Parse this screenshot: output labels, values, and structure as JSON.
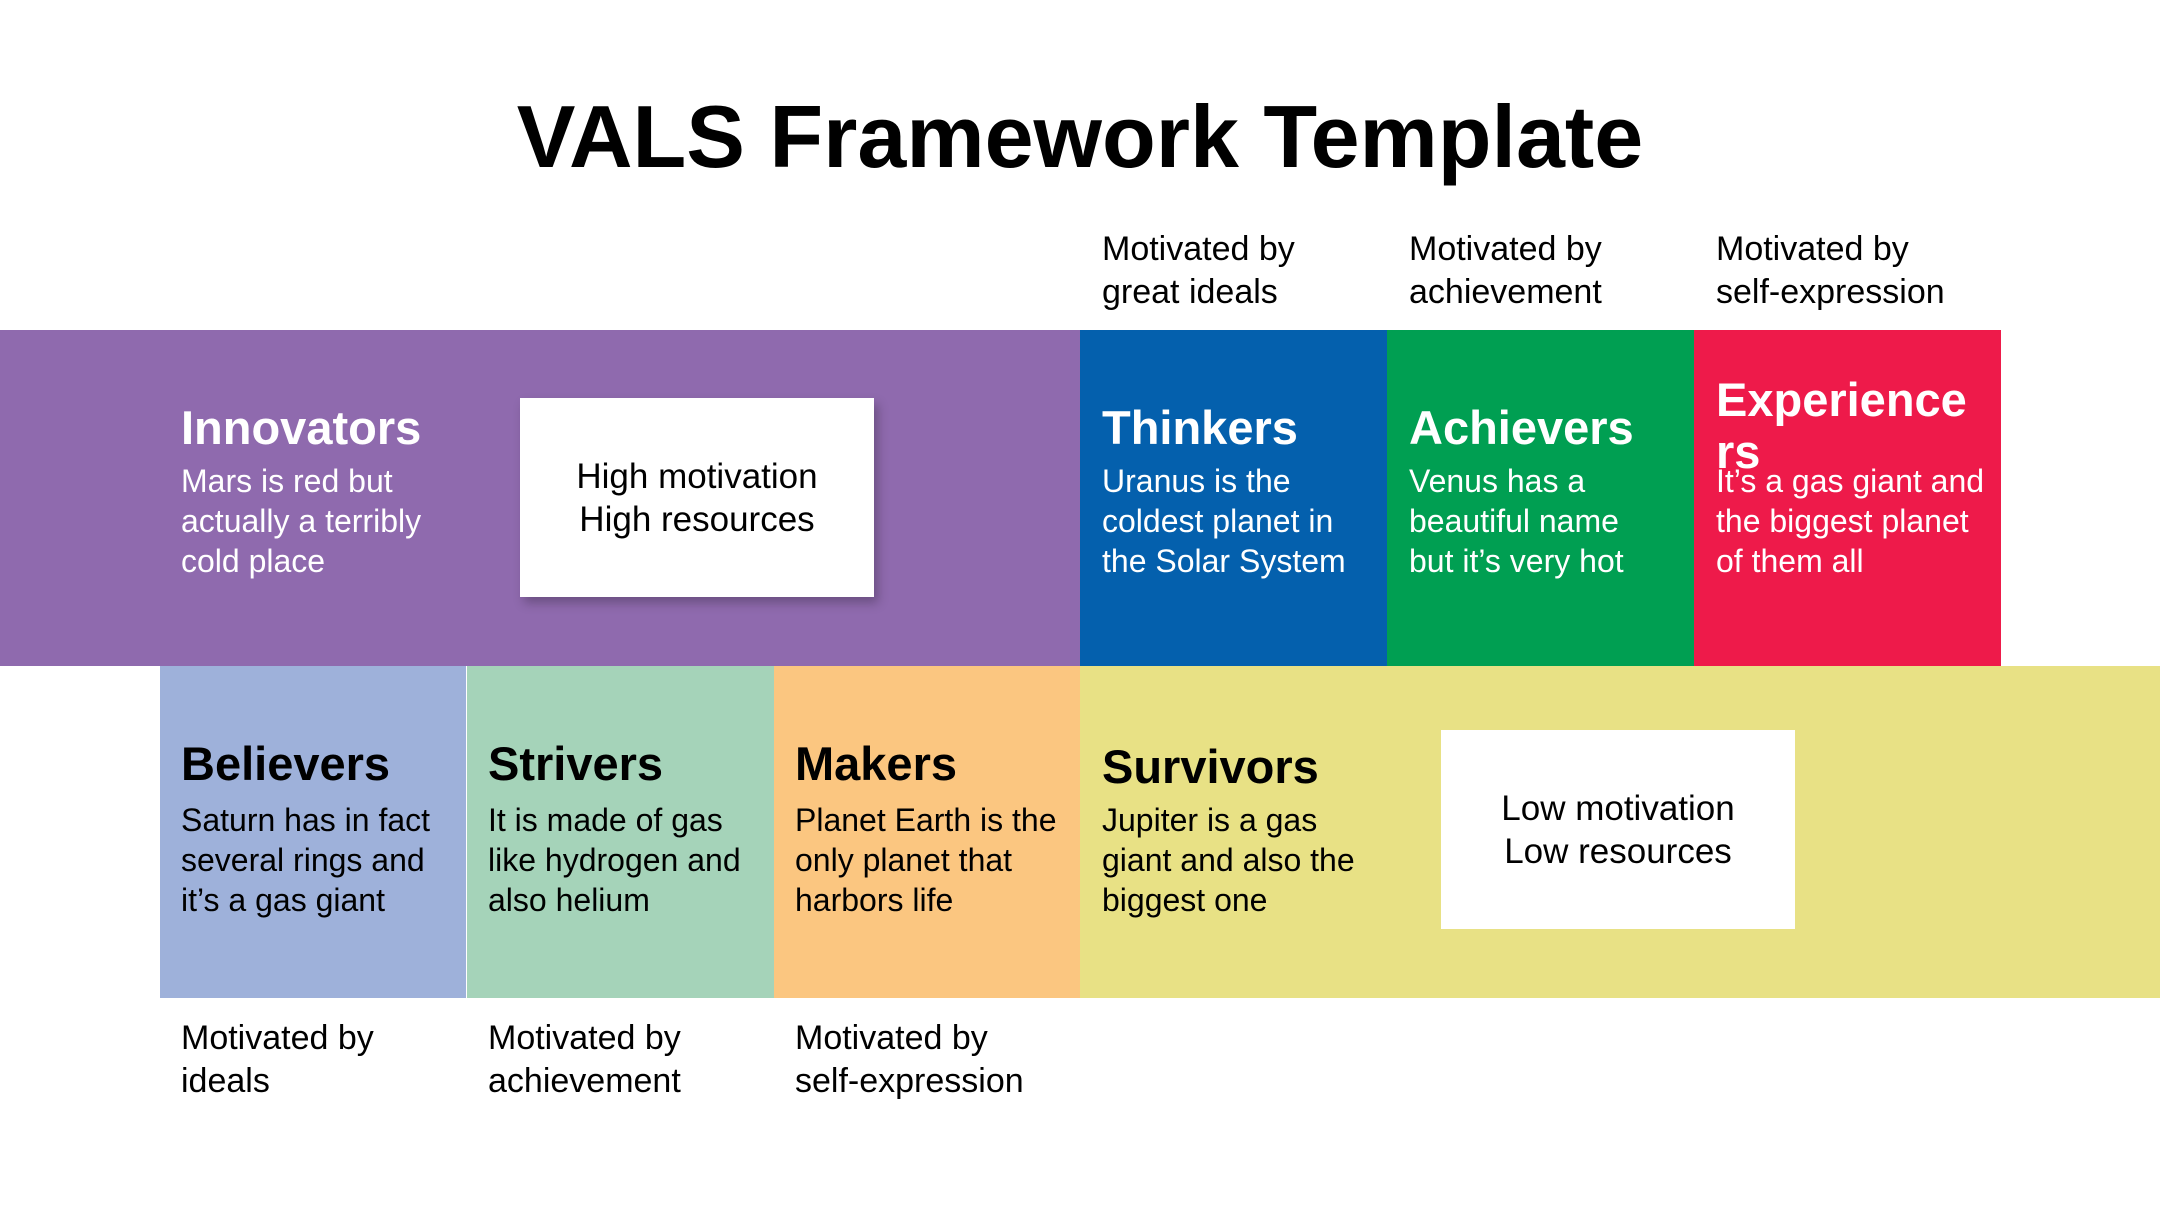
{
  "title": "VALS Framework Template",
  "top_motivations": [
    {
      "line1": "Motivated by",
      "line2": "great ideals"
    },
    {
      "line1": "Motivated by",
      "line2": "achievement"
    },
    {
      "line1": "Motivated by",
      "line2": "self-expression"
    }
  ],
  "bottom_motivations": [
    {
      "line1": "Motivated by",
      "line2": "ideals"
    },
    {
      "line1": "Motivated by",
      "line2": "achievement"
    },
    {
      "line1": "Motivated by",
      "line2": "self-expression"
    }
  ],
  "high_segment": {
    "innovators": {
      "title": "Innovators",
      "desc": "Mars is red but actually a terribly cold place"
    },
    "callout": {
      "line1": "High motivation",
      "line2": "High resources"
    }
  },
  "top_groups": [
    {
      "title": "Thinkers",
      "desc": "Uranus is the coldest planet in the Solar System"
    },
    {
      "title": "Achievers",
      "desc": "Venus has a beautiful name but it’s very hot"
    },
    {
      "title": "Experience rs",
      "desc": "It’s a gas giant and the biggest planet of them all"
    }
  ],
  "bottom_groups": [
    {
      "title": "Believers",
      "desc": "Saturn has in fact several rings and it’s a gas giant"
    },
    {
      "title": "Strivers",
      "desc": "It is made of gas like hydrogen and also helium"
    },
    {
      "title": "Makers",
      "desc": "Planet Earth is the only planet that harbors life"
    }
  ],
  "low_segment": {
    "survivors": {
      "title": "Survivors",
      "desc": "Jupiter is a gas giant and also the biggest one"
    },
    "callout": {
      "line1": "Low motivation",
      "line2": "Low resources"
    }
  },
  "colors": {
    "innovators": "#8f6aae",
    "thinkers": "#0460ad",
    "achievers": "#009f52",
    "experiencers": "#ee1a4a",
    "believers": "#9eb1da",
    "strivers": "#a5d3b9",
    "makers": "#fbc680",
    "survivors": "#e8e185"
  }
}
